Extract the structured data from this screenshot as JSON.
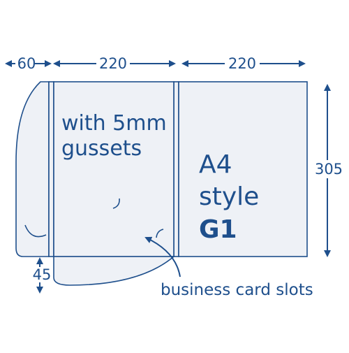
{
  "diagram": {
    "colors": {
      "panel_fill": "#eef1f6",
      "panel_stroke": "#1e4f8c",
      "label": "#1e4f8c",
      "background": "#ffffff"
    },
    "dimensions": {
      "flap_width": "60",
      "panel_width_left": "220",
      "panel_width_right": "220",
      "height": "305",
      "gusset_height": "45"
    },
    "gusset_text": [
      "with 5mm",
      "gussets"
    ],
    "style_text": {
      "line1": "A4",
      "line2": "style",
      "line3": "G1"
    },
    "slot_callout": "business card slots"
  }
}
